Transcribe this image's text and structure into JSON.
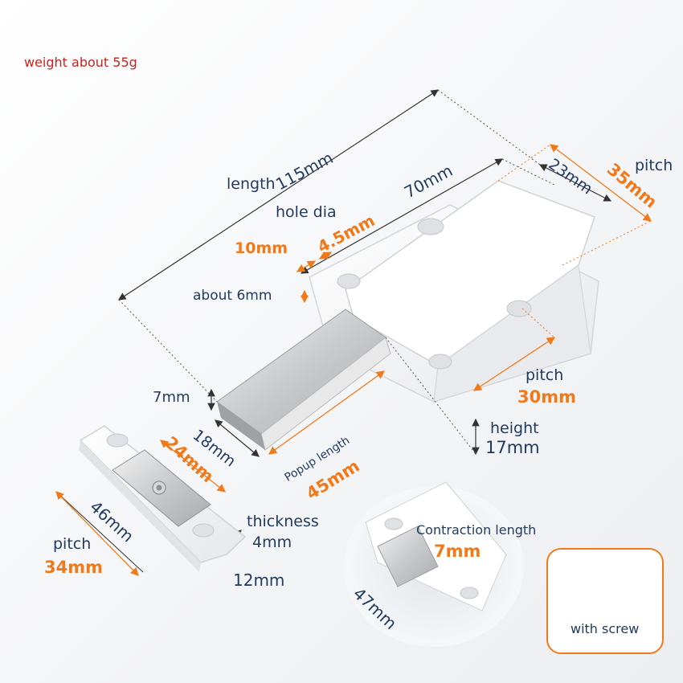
{
  "title": "weight about 55g",
  "labels": {
    "length": "length",
    "length_value": "115mm",
    "body_value": "70mm",
    "hole_dia": "hole dia",
    "hole_dia_value": "4.5mm",
    "edge_value": "10mm",
    "about_6mm": "about 6mm",
    "width_23": "23mm",
    "pitch_top": "pitch",
    "pitch_top_value": "35mm",
    "pitch_mid": "pitch",
    "pitch_mid_value": "30mm",
    "height": "height",
    "height_value": "17mm",
    "plunger_thickness": "7mm",
    "plunger_width": "18mm",
    "popup_length": "Popup length",
    "popup_length_value": "45mm",
    "plate_pitch_value": "24mm",
    "plate_length": "46mm",
    "pitch_left": "pitch",
    "pitch_left_value": "34mm",
    "thickness": "thickness",
    "thickness_value": "4mm",
    "plate_width": "12mm",
    "contraction_length": "Contraction length",
    "contraction_value": "7mm",
    "inset_width": "47mm",
    "with_screw": "with screw"
  },
  "colors": {
    "text_dark": "#1f3a5f",
    "accent_orange": "#f07a1a",
    "title_red": "#cc1f1f"
  }
}
